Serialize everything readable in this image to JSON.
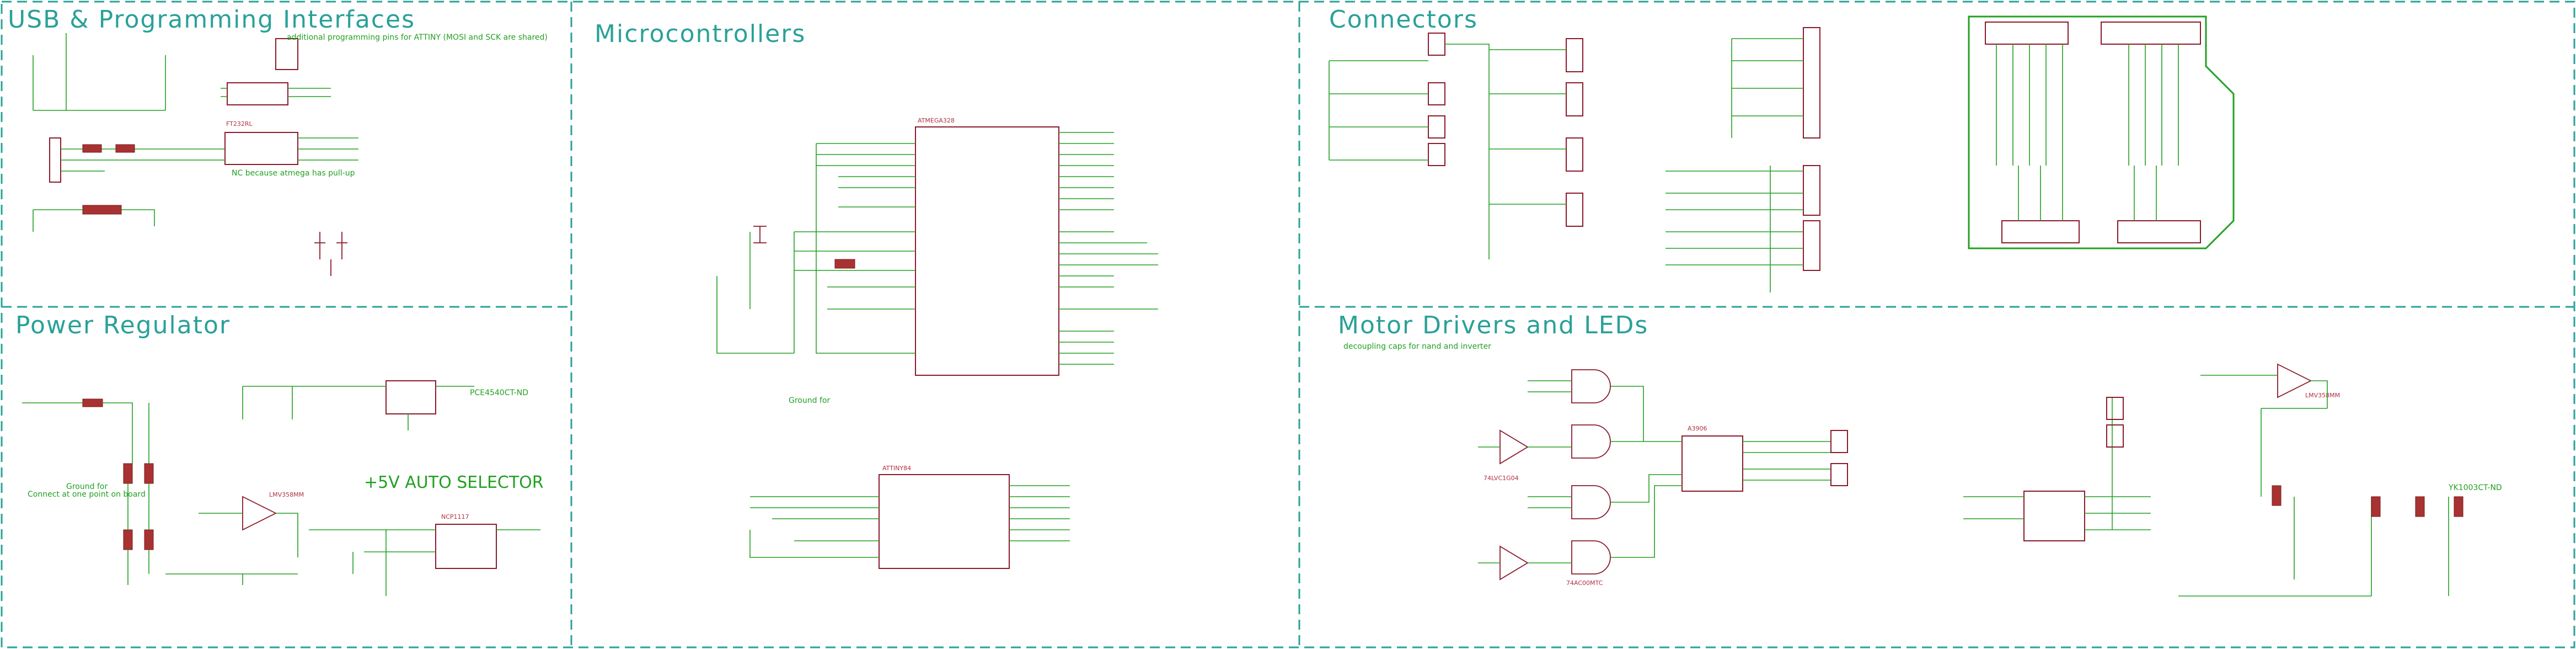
{
  "sections": {
    "usb": "USB & Programming Interfaces",
    "mcu": "Microcontrollers",
    "connectors": "Connectors",
    "power": "Power Regulator",
    "motor": "Motor Drivers and LEDs"
  },
  "notes": {
    "programming": "additional programming pins for ATTINY (MOSI and SCK are shared)",
    "nc_pullup": "NC because atmega has pull-up",
    "ground_for": "Ground for",
    "connect_at_one_point": "Connect at one point on board",
    "auto_selector": "+5V AUTO SELECTOR",
    "decoupling": "decoupling caps for nand and inverter",
    "ground_for_mcu": "Ground for"
  },
  "parts": {
    "ftdi": "FT232RL",
    "atmega": "ATMEGA328",
    "attiny": "ATTINY84",
    "regulator": "NCP1117",
    "opamp": "LMV358MM",
    "motor_driver": "A3906",
    "part_pce": "PCE4540CT-ND",
    "part_yk": "YK1003CT-ND",
    "nand": "74AC00MTC",
    "inverter": "74LVC1G04"
  },
  "colors": {
    "frame": "#2aa198",
    "wire": "#22a022",
    "part": "#8b1a2a"
  }
}
